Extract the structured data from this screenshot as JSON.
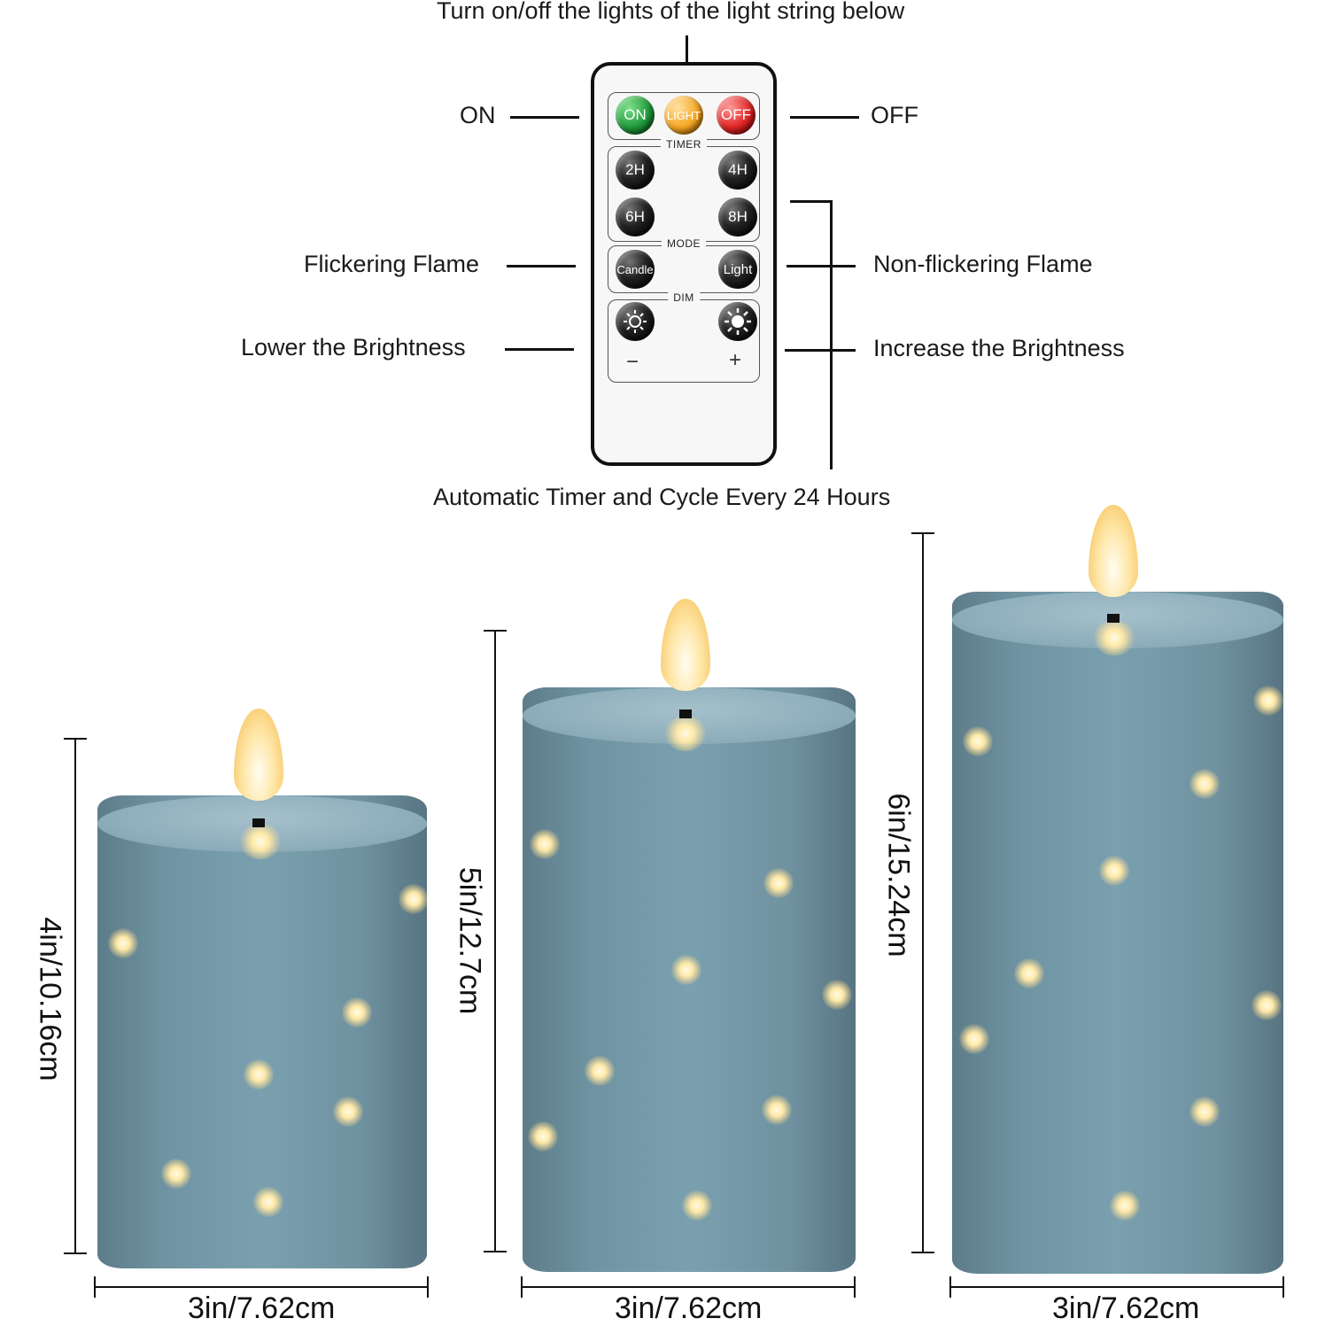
{
  "annotations": {
    "top": "Turn on/off the lights of the light string below",
    "on": "ON",
    "off": "OFF",
    "flickering": "Flickering Flame",
    "non_flickering": "Non-flickering Flame",
    "lower": "Lower the Brightness",
    "increase": "Increase the Brightness",
    "timer_cycle": "Automatic Timer and Cycle Every 24 Hours"
  },
  "remote": {
    "power_buttons": [
      "ON",
      "LIGHT",
      "OFF"
    ],
    "timer_title": "TIMER",
    "timer_buttons": [
      "2H",
      "4H",
      "6H",
      "8H"
    ],
    "mode_title": "MODE",
    "mode_buttons": [
      "Candle",
      "Light"
    ],
    "dim_title": "DIM",
    "dim_minus": "−",
    "dim_plus": "+",
    "dim_icons": [
      "sun-dim-icon",
      "sun-bright-icon"
    ]
  },
  "candles": [
    {
      "height_label": "4in/10.16cm",
      "width_label": "3in/7.62cm"
    },
    {
      "height_label": "5in/12.7cm",
      "width_label": "3in/7.62cm"
    },
    {
      "height_label": "6in/15.24cm",
      "width_label": "3in/7.62cm"
    }
  ],
  "colors": {
    "candle_body": "#7aa0af",
    "flame": "#ffe6a6",
    "on": "#1f9a3a",
    "light": "#f5a623",
    "off": "#e02424"
  }
}
